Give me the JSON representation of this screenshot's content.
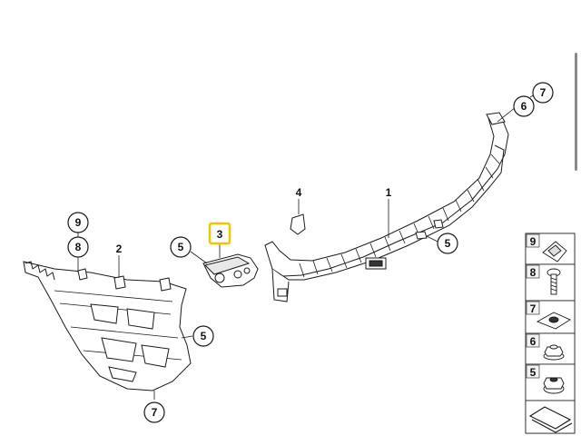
{
  "callouts": {
    "c7_top": "7",
    "c6_top": "6",
    "c4": "4",
    "c1": "1",
    "c5_right": "5",
    "c3_highlight": "3",
    "c5_mid": "5",
    "c2": "2",
    "c9": "9",
    "c8": "8",
    "c5_left": "5",
    "c7_bottom": "7"
  },
  "legend": {
    "items": [
      {
        "number": "9",
        "icon": "speed-nut-clip-icon"
      },
      {
        "number": "8",
        "icon": "screw-icon"
      },
      {
        "number": "7",
        "icon": "clip-nut-icon"
      },
      {
        "number": "6",
        "icon": "hex-bolt-icon"
      },
      {
        "number": "5",
        "icon": "hex-nut-icon"
      }
    ],
    "footer_icon": "parts-list-icon"
  },
  "colors": {
    "highlight": "#f5c400",
    "line": "#1a1a1a",
    "legend_bg": "#ffffff",
    "legend_header": "#f2f2f2"
  }
}
